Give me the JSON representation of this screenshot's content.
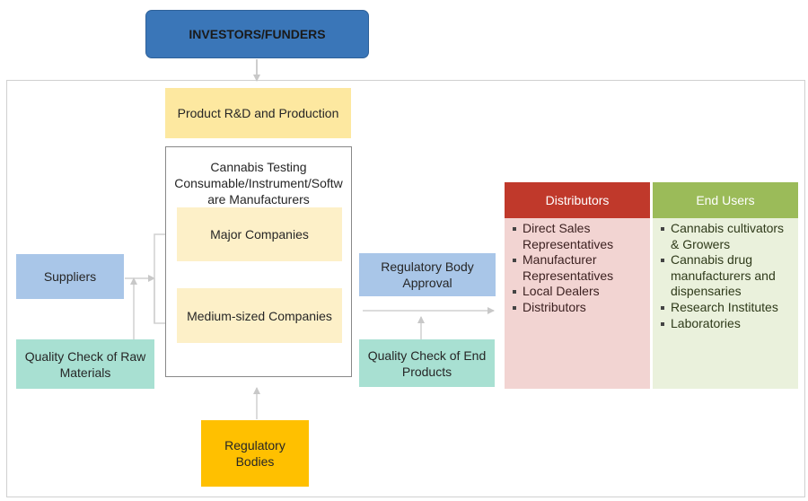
{
  "investors": {
    "label": "INVESTORS/FUNDERS"
  },
  "rnd": {
    "label": "Product R&D and Production"
  },
  "manufacturers": {
    "title": "Cannabis Testing Consumable/Instrument/Software Manufacturers",
    "title_lines": [
      "Cannabis Testing",
      "Consumable/Instrument/Softw",
      "are Manufacturers"
    ],
    "major_label": "Major Companies",
    "medium_label": "Medium-sized Companies"
  },
  "suppliers": {
    "label": "Suppliers"
  },
  "qc_raw": {
    "line1": "Quality Check of Raw",
    "line2": "Materials"
  },
  "regulatory_approval": {
    "line1": "Regulatory Body",
    "line2": "Approval"
  },
  "qc_end": {
    "line1": "Quality Check of End",
    "line2": "Products"
  },
  "regulatory_bodies": {
    "line1": "Regulatory",
    "line2": "Bodies"
  },
  "distributors": {
    "header": "Distributors",
    "items": [
      "Direct Sales",
      "Representatives",
      "Manufacturer",
      "Representatives",
      "Local Dealers",
      "Distributors"
    ],
    "bullets": [
      true,
      false,
      true,
      false,
      true,
      true
    ]
  },
  "end_users": {
    "header": "End Users",
    "items": [
      "Cannabis cultivators",
      "& Growers",
      "Cannabis drug",
      "manufacturers and",
      "dispensaries",
      "Research Institutes",
      "Laboratories"
    ],
    "bullets": [
      true,
      false,
      true,
      false,
      false,
      true,
      true
    ]
  },
  "colors": {
    "investors": "#3a76b8",
    "rnd": "#fde8a0",
    "company_boxes": "#fdf0c8",
    "suppliers": "#a9c6e8",
    "quality_checks": "#a8e0d2",
    "regulatory_bodies": "#ffc000",
    "distributors_header": "#c0392b",
    "distributors_body": "#f2d4d2",
    "end_users_header": "#9bbb59",
    "end_users_body": "#eaf1dc"
  }
}
